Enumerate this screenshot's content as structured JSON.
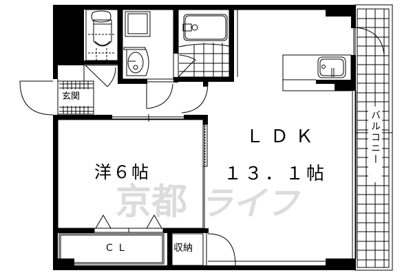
{
  "floor_plan": {
    "rooms": [
      {
        "id": "ldk",
        "label": "ＬＤＫ",
        "size": "１３．１帖"
      },
      {
        "id": "western",
        "label": "洋６帖"
      },
      {
        "id": "entrance",
        "label": "玄関"
      },
      {
        "id": "closet",
        "label": "ＣＬ"
      },
      {
        "id": "storage",
        "label": "収納"
      },
      {
        "id": "balcony",
        "label": "バルコニー"
      }
    ],
    "fixtures": [
      "toilet",
      "washbasin",
      "washing-machine-pan",
      "bathtub",
      "kitchen-sink",
      "shoe-cabinet"
    ],
    "watermark": {
      "text_a": "京都",
      "text_b": "ライフ",
      "color": "#dcdcdc"
    },
    "colors": {
      "wall": "#000000",
      "background": "#ffffff"
    }
  }
}
